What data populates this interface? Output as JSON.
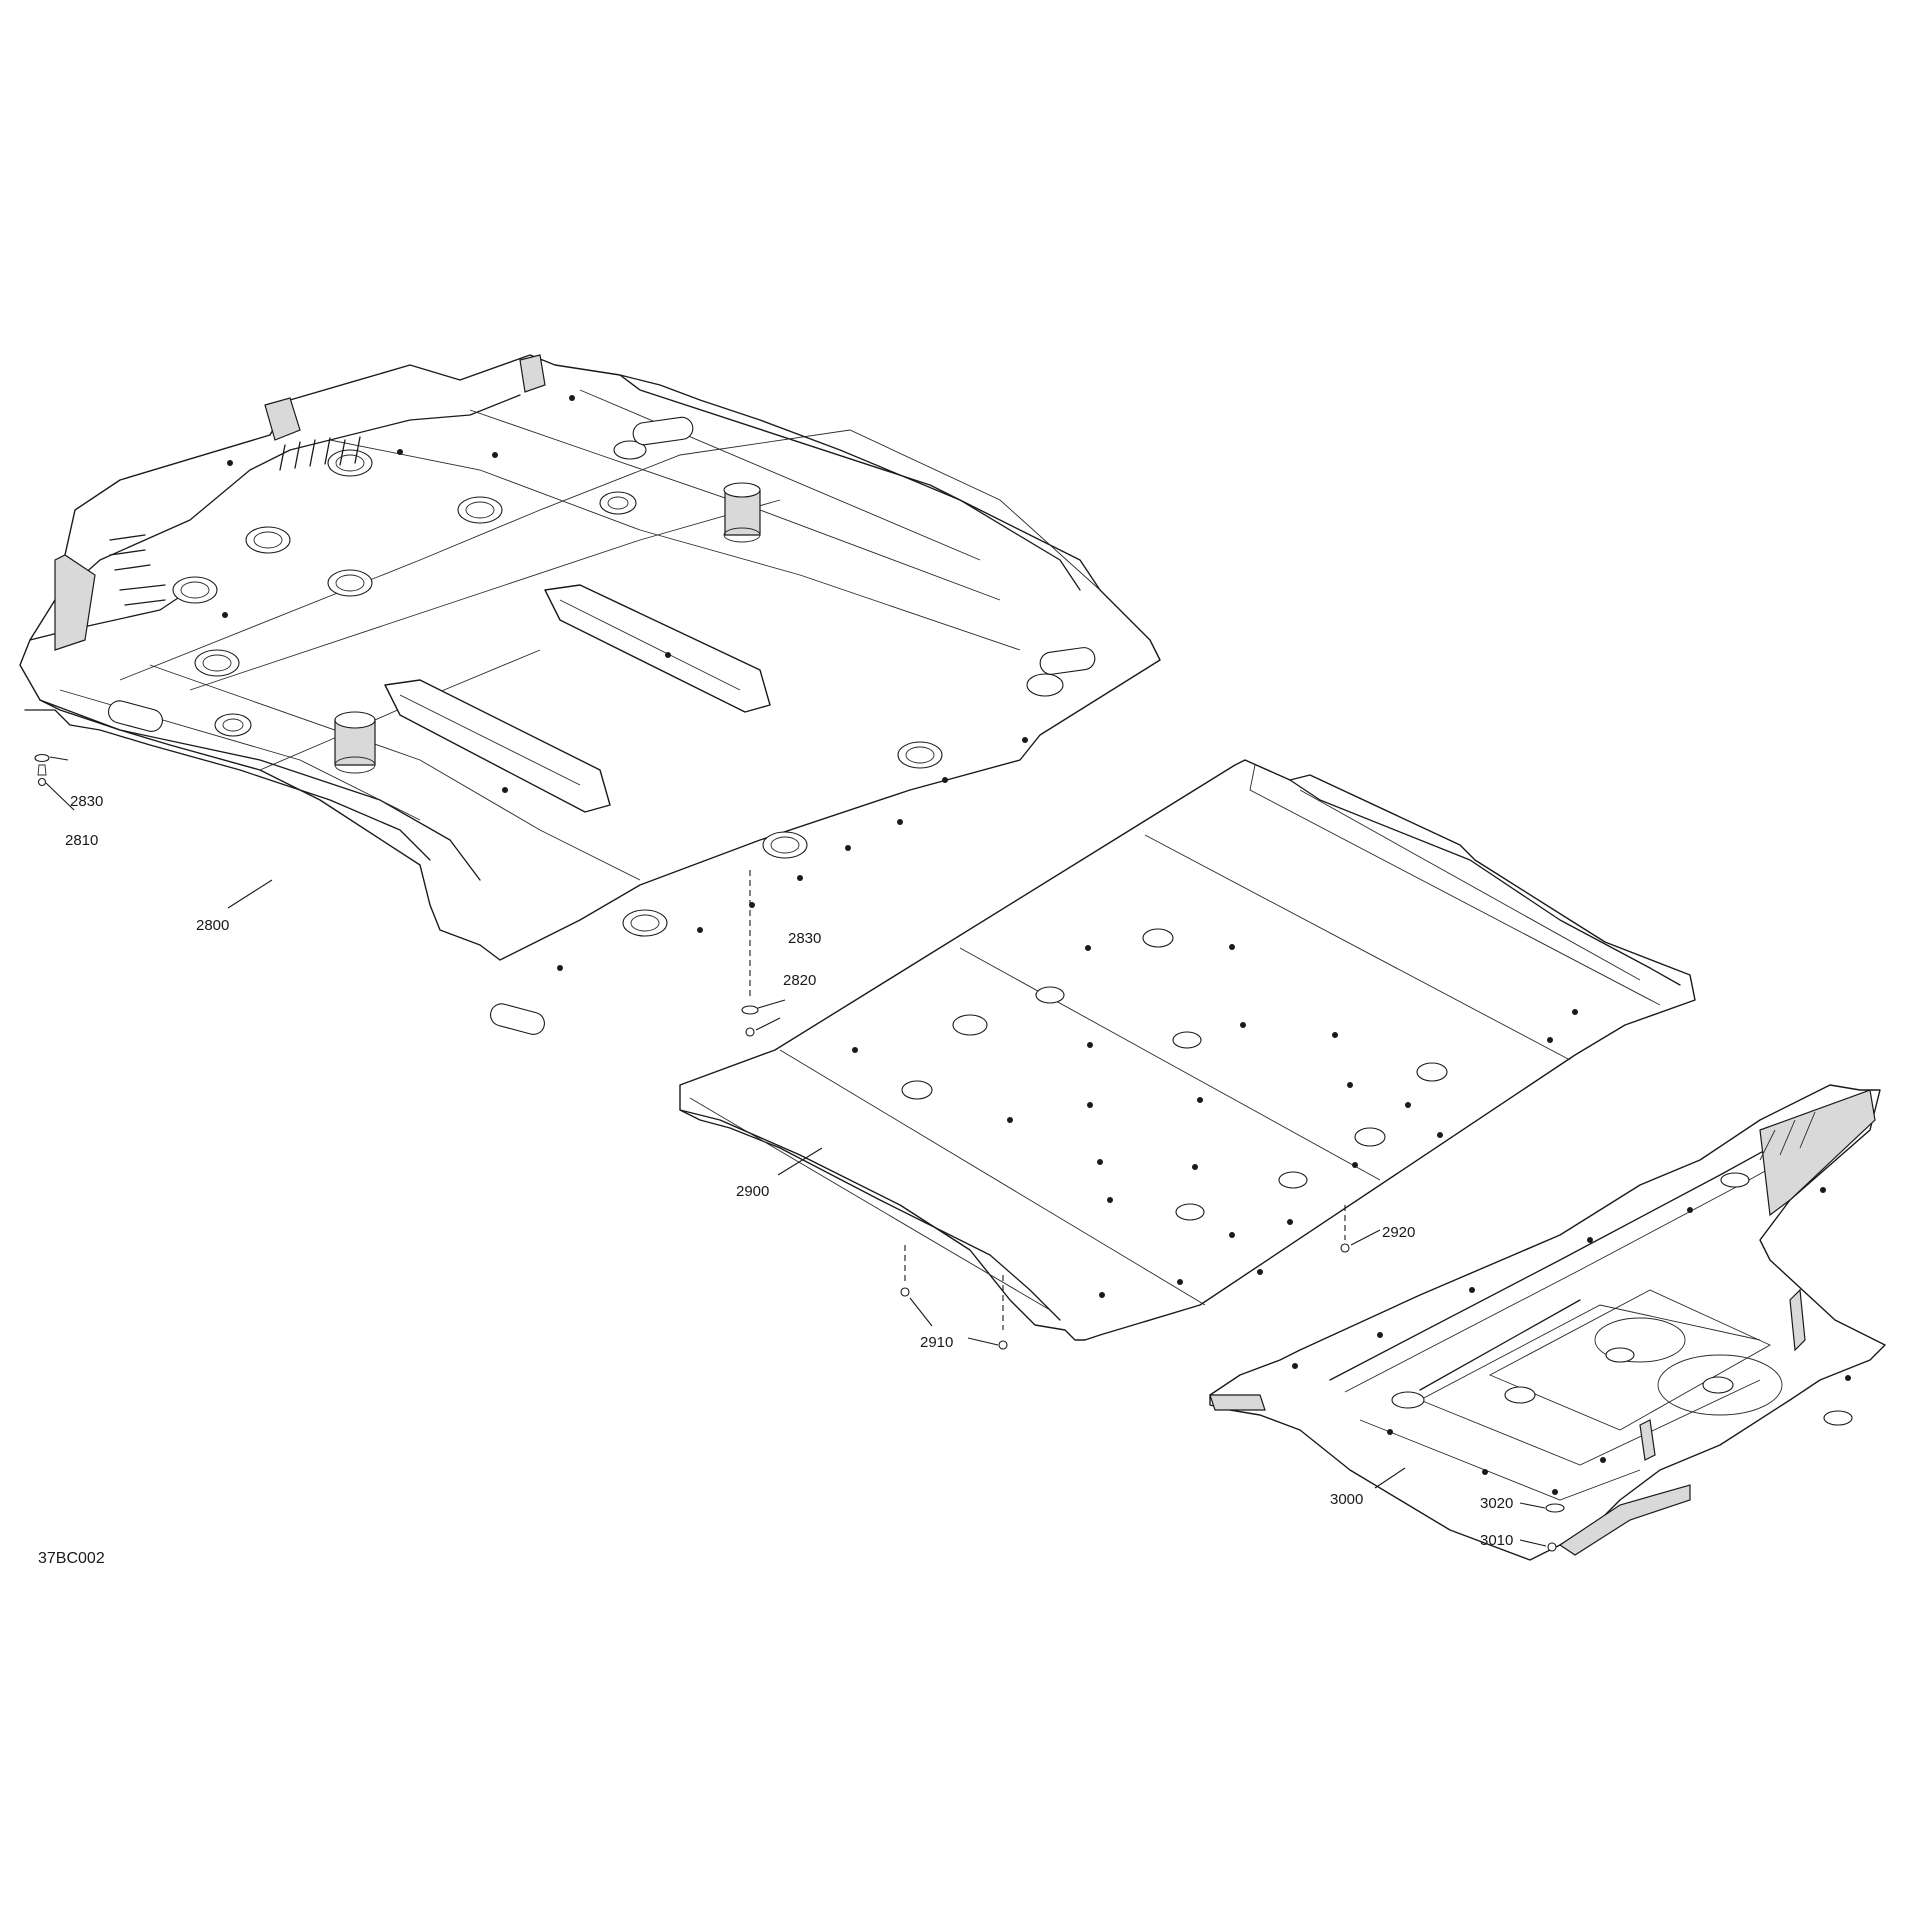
{
  "diagram_ref": "37BC002",
  "callouts": {
    "c2830a": "2830",
    "c2810": "2810",
    "c2800": "2800",
    "c2830b": "2830",
    "c2820": "2820",
    "c2900": "2900",
    "c2920": "2920",
    "c2910": "2910",
    "c3000": "3000",
    "c3020": "3020",
    "c3010": "3010"
  }
}
